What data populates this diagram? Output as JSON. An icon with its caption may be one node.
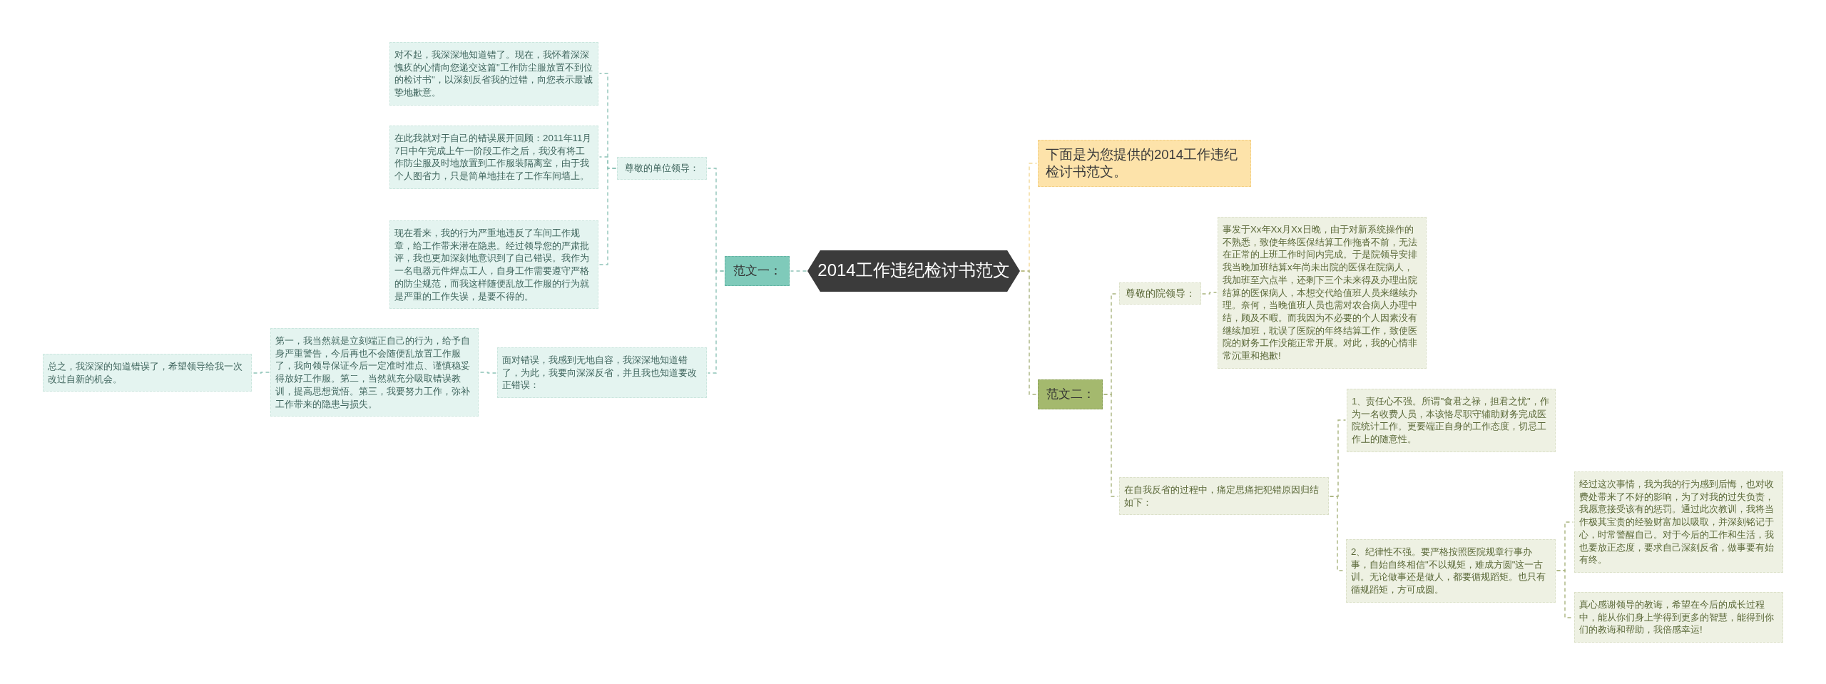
{
  "diagram": {
    "nodes": [
      {
        "text": [
          "2014工作违纪检讨书范文"
        ]
      },
      {
        "text": [
          "范文一："
        ]
      },
      {
        "text": [
          "尊敬的单位领导："
        ]
      },
      {
        "text": [
          "对不起，我深深地知道错了。现在，我怀着深深愧疚的心情向您递交这篇\"工作防尘服放置不到位的检讨书\"，以深刻反省我的过错，向您表示最诚挚地歉意。"
        ]
      },
      {
        "text": [
          "在此我就对于自己的错误展开回顾：2011年11月7日中午完成上午一阶段工作之后，我没有将工作防尘服及时地放置到工作服装隔离室，由于我个人图省力，只是简单地挂在了工作车间墙上。"
        ]
      },
      {
        "text": [
          "现在看来，我的行为严重地违反了车间工作规章，给工作带来潜在隐患。经过领导您的严肃批评，我也更加深刻地意识到了自己错误。我作为一名电器元件焊点工人，自身工作需要遵守严格的防尘规范，而我这样随便乱放工作服的行为就是严重的工作失误，是要不得的。"
        ]
      },
      {
        "text": [
          "面对错误，我感到无地自容，我深深地知道错了，为此，我要向深深反省，并且我也知道要改正错误："
        ]
      },
      {
        "text": [
          "第一，我当然就是立刻端正自己的行为，给予自身严重警告，今后再也不会随便乱放置工作服了，我向领导保证今后一定准时准点、谨慎稳妥得放好工作服。第二，当然就充分吸取错误教训，提高思想觉悟。第三，我要努力工作，弥补工作带来的隐患与损失。"
        ]
      },
      {
        "text": [
          "总之，我深深的知道错误了，希望领导给我一次改过自新的机会。"
        ]
      },
      {
        "text": [
          "下面是为您提供的2014工作违纪检讨书范文。"
        ]
      },
      {
        "text": [
          "范文二："
        ]
      },
      {
        "text": [
          "尊敬的院领导："
        ]
      },
      {
        "text": [
          "事发于Xx年Xx月Xx日晚，由于对新系统操作的不熟悉，致使年终医保结算工作拖沓不前，无法在正常的上班工作时间内完成。于是院领导安排我当晚加班结算x年尚未出院的医保在院病人，我加班至六点半，还剩下三个未来得及办理出院结算的医保病人，本想交代给值班人员来继续办理。奈何，当晚值班人员也需对农合病人办理中结，顾及不暇。而我因为不必要的个人因素没有继续加班，耽误了医院的年终结算工作，致使医院的财务工作没能正常开展。对此，我的心情非常沉重和抱歉!"
        ]
      },
      {
        "text": [
          "在自我反省的过程中，痛定思痛把犯错原因归结如下："
        ]
      },
      {
        "text": [
          "1、责任心不强。所谓\"食君之禄，担君之忧\"，作为一名收费人员，本该恪尽职守辅助财务完成医院统计工作。更要端正自身的工作态度，切忌工作上的随意性。"
        ]
      },
      {
        "text": [
          "2、纪律性不强。要严格按照医院规章行事办事，自始自终相信\"不以规矩，难成方圆\"这一古训。无论做事还是做人，都要循规蹈矩。也只有循规蹈矩，方可成圆。"
        ]
      },
      {
        "text": [
          "经过这次事情，我为我的行为感到后悔，也对收费处带来了不好的影响，为了对我的过失负责，我愿意接受该有的惩罚。通过此次教训，我将当作极其宝贵的经验财富加以吸取，并深刻铭记于心，时常警醒自己。对于今后的工作和生活，我也要放正态度，要求自己深刻反省，做事要有始有终。"
        ]
      },
      {
        "text": [
          "真心感谢领导的教诲，希望在今后的成长过程中，能从你们身上学得到更多的智慧，能得到你们的教诲和帮助，我倍感幸运!"
        ]
      }
    ],
    "edges": [
      {
        "from": 0,
        "to": 1,
        "arrow": "none",
        "color": "#8fc4b8"
      },
      {
        "from": 1,
        "to": 2,
        "arrow": "none",
        "color": "#8fc4b8"
      },
      {
        "from": 2,
        "to": 3,
        "arrow": "none",
        "color": "#8fc4b8"
      },
      {
        "from": 2,
        "to": 4,
        "arrow": "none",
        "color": "#8fc4b8"
      },
      {
        "from": 2,
        "to": 5,
        "arrow": "none",
        "color": "#8fc4b8"
      },
      {
        "from": 1,
        "to": 6,
        "arrow": "none",
        "color": "#8fc4b8"
      },
      {
        "from": 6,
        "to": 7,
        "arrow": "none",
        "color": "#8fc4b8"
      },
      {
        "from": 7,
        "to": 8,
        "arrow": "none",
        "color": "#8fc4b8"
      },
      {
        "from": 0,
        "to": 9,
        "arrow": "none",
        "color": "#f2d998"
      },
      {
        "from": 0,
        "to": 10,
        "arrow": "none"
      },
      {
        "from": 10,
        "to": 11,
        "arrow": "none"
      },
      {
        "from": 11,
        "to": 12,
        "arrow": "none"
      },
      {
        "from": 10,
        "to": 13,
        "arrow": "none"
      },
      {
        "from": 13,
        "to": 14,
        "arrow": "none"
      },
      {
        "from": 13,
        "to": 15,
        "arrow": "none"
      },
      {
        "from": 15,
        "to": 16,
        "arrow": "none"
      },
      {
        "from": 15,
        "to": 17,
        "arrow": "none"
      }
    ]
  }
}
